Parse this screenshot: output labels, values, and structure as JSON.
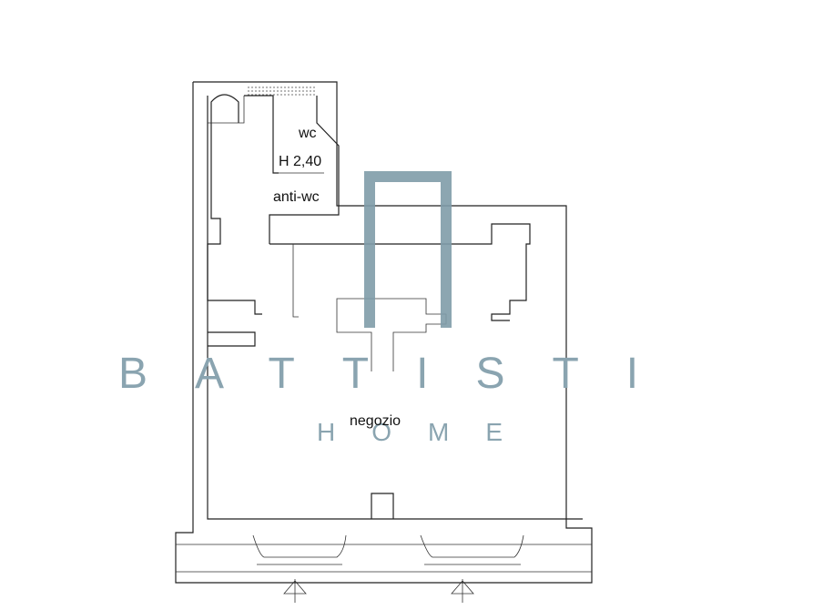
{
  "rooms": {
    "wc": "wc",
    "height": "H 2,40",
    "antiwc": "anti-wc",
    "shop": "negozio"
  },
  "watermark": {
    "brand": "BATTISTI",
    "sub": "HOME",
    "color": "#8aa4b0"
  },
  "icons": {
    "entrance": "entrance-arrow-icon"
  }
}
